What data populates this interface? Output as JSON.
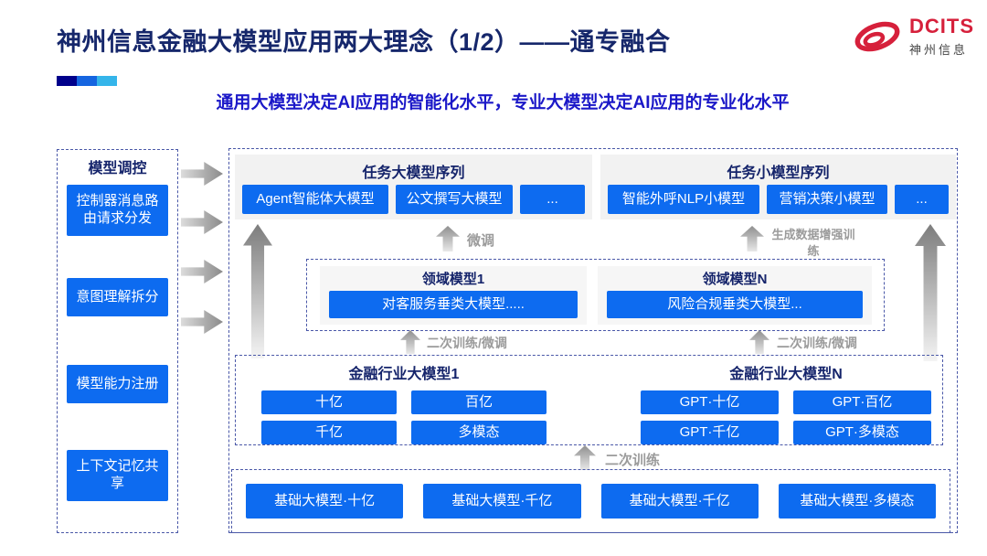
{
  "header": {
    "title": "神州信息金融大模型应用两大理念（1/2）——通专融合",
    "subtitle": "通用大模型决定AI应用的智能化水平，专业大模型决定AI应用的专业化水平",
    "logo": {
      "brand": "DCITS",
      "brand_cn": "神州信息"
    }
  },
  "sidebar": {
    "title": "模型调控",
    "items": [
      {
        "label": "控制器消息路由请求分发"
      },
      {
        "label": "意图理解拆分"
      },
      {
        "label": "模型能力注册"
      },
      {
        "label": "上下文记忆共享"
      }
    ]
  },
  "diagram": {
    "task_large": {
      "title": "任务大模型序列",
      "items": [
        "Agent智能体大模型",
        "公文撰写大模型",
        "..."
      ]
    },
    "task_small": {
      "title": "任务小模型序列",
      "items": [
        "智能外呼NLP小模型",
        "营销决策小模型",
        "..."
      ]
    },
    "labels": {
      "fine_tune": "微调",
      "augment": "生成数据增强训练",
      "retrain_left": "二次训练/微调",
      "retrain_right": "二次训练/微调",
      "retrain_base": "二次训练"
    },
    "domain_models": {
      "groups": [
        {
          "title": "领域模型1",
          "item": "对客服务垂类大模型....."
        },
        {
          "title": "领域模型N",
          "item": "风险合规垂类大模型..."
        }
      ]
    },
    "industry_models": {
      "groups": [
        {
          "title": "金融行业大模型1",
          "items": [
            "十亿",
            "百亿",
            "千亿",
            "多模态"
          ]
        },
        {
          "title": "金融行业大模型N",
          "items": [
            "GPT·十亿",
            "GPT·百亿",
            "GPT·千亿",
            "GPT·多模态"
          ]
        }
      ]
    },
    "base_models": {
      "items": [
        "基础大模型·十亿",
        "基础大模型·千亿",
        "基础大模型·千亿",
        "基础大模型·多模态"
      ]
    }
  },
  "colors": {
    "accent_blue": "#0d6bf0",
    "navy": "#15246b",
    "subtitle_blue": "#1b18c8",
    "logo_red": "#d6203b",
    "bar_navy": "#00008b",
    "bar_blue": "#1565e0",
    "bar_cyan": "#35b5ea",
    "dashed_border": "#4a58a8",
    "panel_gray": "#f2f2f2",
    "label_gray": "#9b9b9b"
  }
}
